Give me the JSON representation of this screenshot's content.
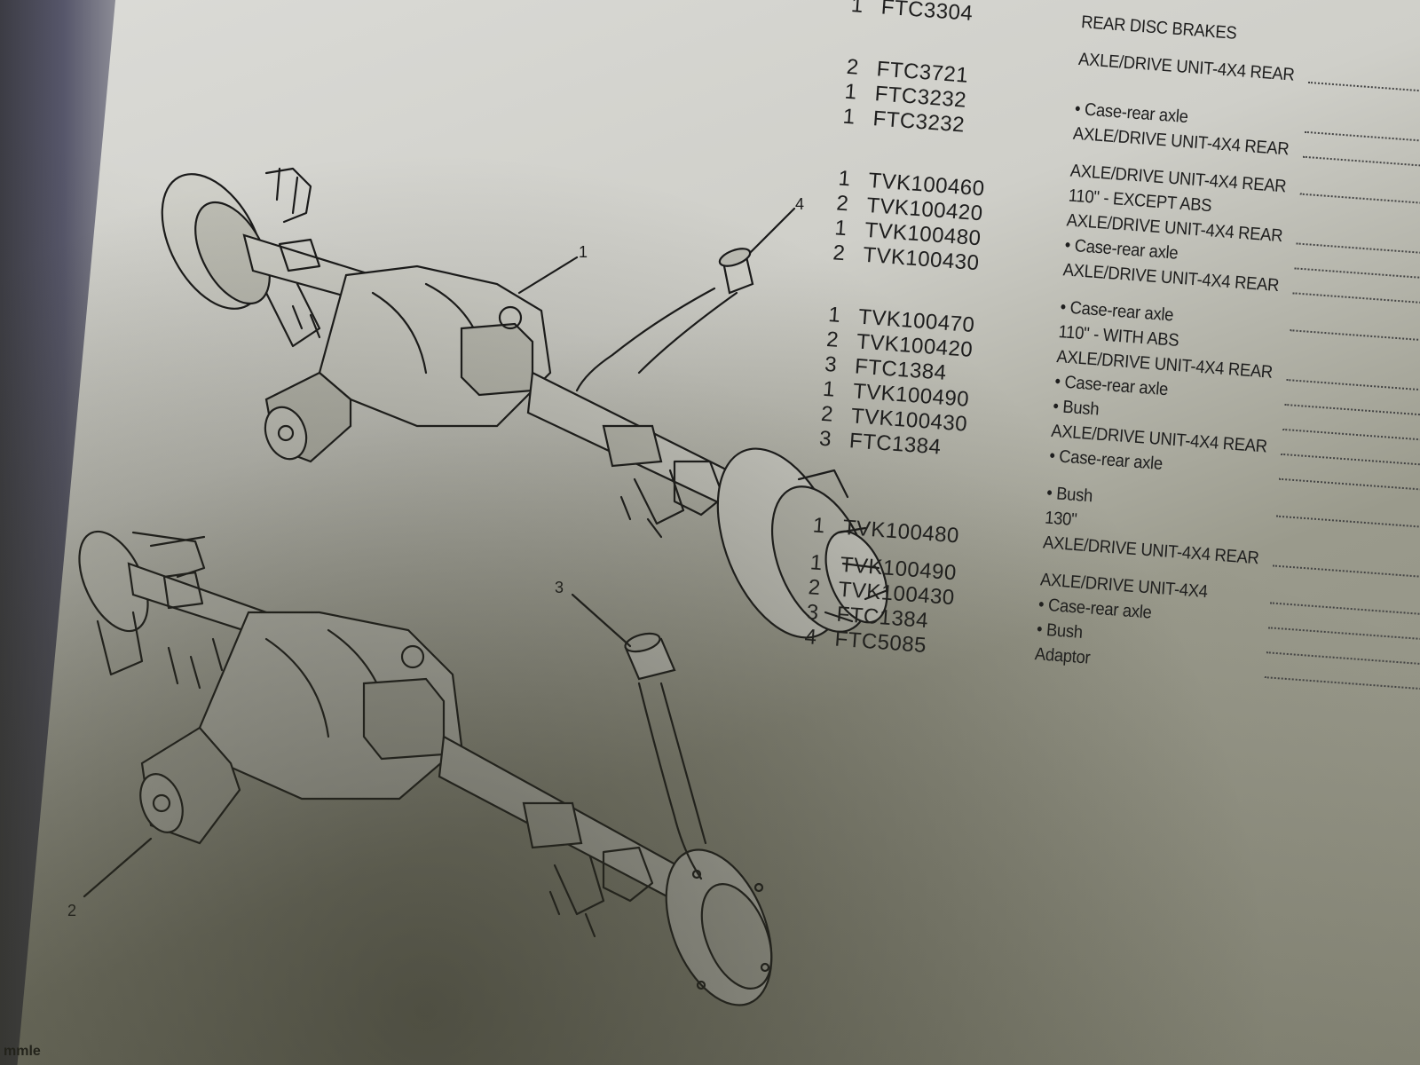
{
  "parts": [
    {
      "rows": [
        {
          "qty": "1",
          "part": "FTC3304",
          "desc": "REAR DISC BRAKES",
          "dots": false
        }
      ]
    },
    {
      "rows": [
        {
          "qty": "",
          "part": "",
          "desc": "AXLE/DRIVE UNIT-4X4 REAR",
          "dots": true
        },
        {
          "qty": "2",
          "part": "FTC3721",
          "desc": "",
          "dots": false
        },
        {
          "qty": "1",
          "part": "FTC3232",
          "desc": "• Case-rear axle",
          "dots": true
        },
        {
          "qty": "1",
          "part": "FTC3232",
          "desc": "AXLE/DRIVE UNIT-4X4 REAR",
          "dots": true
        }
      ]
    },
    {
      "rows": [
        {
          "qty": "",
          "part": "",
          "desc": "AXLE/DRIVE UNIT-4X4 REAR",
          "dots": true
        },
        {
          "qty": "1",
          "part": "TVK100460",
          "desc": "110\" - EXCEPT ABS",
          "dots": false
        },
        {
          "qty": "2",
          "part": "TVK100420",
          "desc": "AXLE/DRIVE UNIT-4X4 REAR",
          "dots": true
        },
        {
          "qty": "1",
          "part": "TVK100480",
          "desc": "• Case-rear axle",
          "dots": true
        },
        {
          "qty": "2",
          "part": "TVK100430",
          "desc": "AXLE/DRIVE UNIT-4X4 REAR",
          "dots": true
        }
      ]
    },
    {
      "rows": [
        {
          "qty": "",
          "part": "",
          "desc": "• Case-rear axle",
          "dots": true
        },
        {
          "qty": "1",
          "part": "TVK100470",
          "desc": "110\" - WITH ABS",
          "dots": false
        },
        {
          "qty": "2",
          "part": "TVK100420",
          "desc": "AXLE/DRIVE UNIT-4X4 REAR",
          "dots": true
        },
        {
          "qty": "3",
          "part": "FTC1384",
          "desc": "• Case-rear axle",
          "dots": true
        },
        {
          "qty": "1",
          "part": "TVK100490",
          "desc": "• Bush",
          "dots": true
        },
        {
          "qty": "2",
          "part": "TVK100430",
          "desc": "AXLE/DRIVE UNIT-4X4 REAR",
          "dots": true
        },
        {
          "qty": "3",
          "part": "FTC1384",
          "desc": "• Case-rear axle",
          "dots": true
        }
      ]
    },
    {
      "rows": [
        {
          "qty": "",
          "part": "",
          "desc": "• Bush",
          "dots": true
        },
        {
          "qty": "",
          "part": "",
          "desc": "130\"",
          "dots": false
        },
        {
          "qty": "1",
          "part": "TVK100480",
          "desc": "AXLE/DRIVE UNIT-4X4 REAR",
          "dots": true
        }
      ]
    },
    {
      "rows": [
        {
          "qty": "1",
          "part": "TVK100490",
          "desc": "AXLE/DRIVE UNIT-4X4",
          "dots": true
        },
        {
          "qty": "2",
          "part": "TVK100430",
          "desc": "• Case-rear axle",
          "dots": true
        },
        {
          "qty": "3",
          "part": "FTC1384",
          "desc": "• Bush",
          "dots": true
        },
        {
          "qty": "4",
          "part": "FTC5085",
          "desc": "Adaptor",
          "dots": true
        }
      ]
    }
  ],
  "callouts": [
    "1",
    "2",
    "3",
    "4"
  ],
  "footer_mark": "mmle"
}
